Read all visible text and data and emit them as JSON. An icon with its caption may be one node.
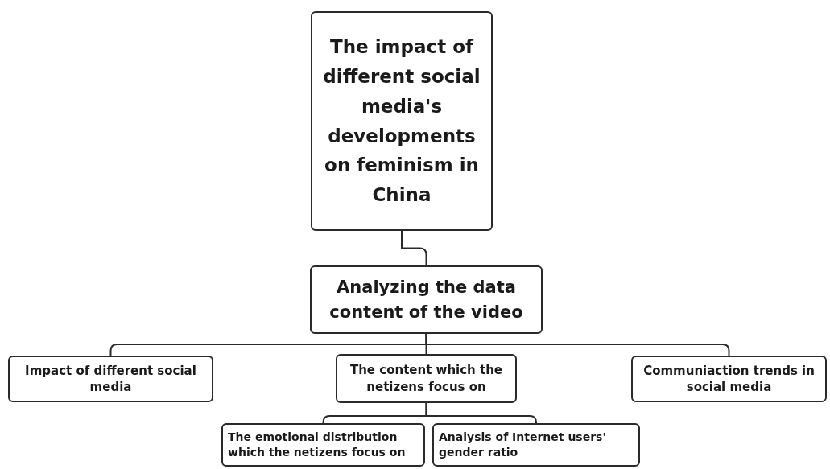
{
  "diagram": {
    "nodes": [
      {
        "text": [
          "The impact of different social media's developments on feminism in China"
        ]
      },
      {
        "text": [
          "Analyzing the data content of the video"
        ]
      },
      {
        "text": [
          "Impact of different social media"
        ]
      },
      {
        "text": [
          "The content which the netizens focus on"
        ]
      },
      {
        "text": [
          "Communiaction trends in social media"
        ]
      },
      {
        "text": [
          "The emotional distribution which the netizens focus on"
        ]
      },
      {
        "text": [
          "Analysis of Internet users' gender ratio"
        ]
      }
    ],
    "edges": [
      {
        "from": 0,
        "to": 1,
        "arrow": "none"
      },
      {
        "from": 1,
        "to": 2,
        "arrow": "none"
      },
      {
        "from": 1,
        "to": 3,
        "arrow": "none"
      },
      {
        "from": 1,
        "to": 4,
        "arrow": "none"
      },
      {
        "from": 3,
        "to": 5,
        "arrow": "none"
      },
      {
        "from": 3,
        "to": 6,
        "arrow": "none"
      }
    ]
  }
}
